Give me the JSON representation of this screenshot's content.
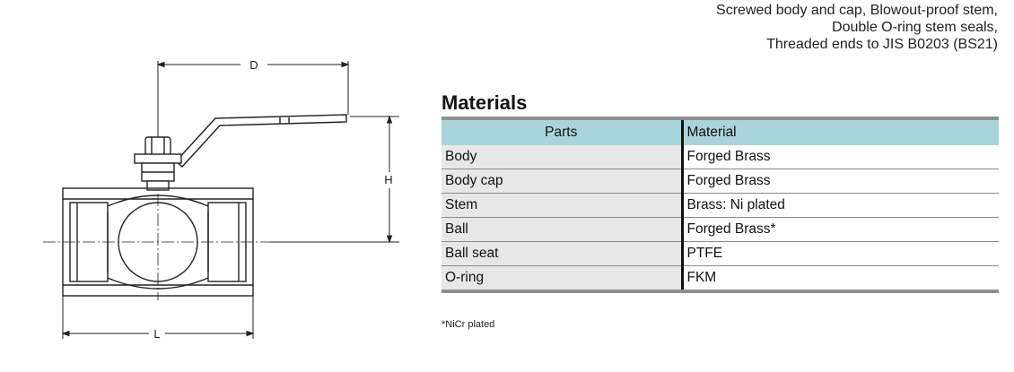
{
  "features": [
    "Screwed body and cap, Blowout-proof stem,",
    "Double O-ring stem seals,",
    "Threaded ends to JIS B0203 (BS21)"
  ],
  "dimensions": {
    "d": "D",
    "h": "H",
    "l": "L"
  },
  "materials": {
    "title": "Materials",
    "headers": [
      "Parts",
      "Material"
    ],
    "rows": [
      [
        "Body",
        "Forged Brass"
      ],
      [
        "Body cap",
        "Forged Brass"
      ],
      [
        "Stem",
        "Brass: Ni plated"
      ],
      [
        "Ball",
        "Forged Brass*"
      ],
      [
        "Ball seat",
        "PTFE"
      ],
      [
        "O-ring",
        "FKM"
      ]
    ],
    "footnote": "*NiCr plated"
  },
  "colors": {
    "header_bg": "#a9d4db",
    "part_bg": "#e7e7e7",
    "rule": "#8f8f8f"
  }
}
